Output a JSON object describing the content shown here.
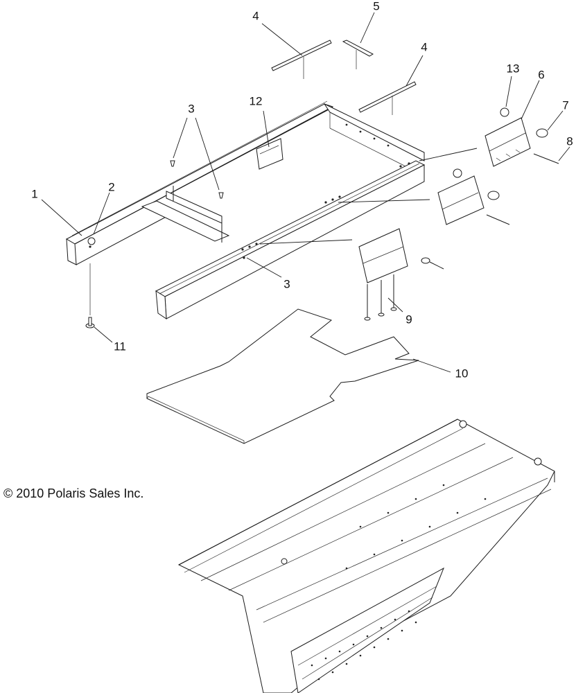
{
  "diagram": {
    "copyright": "© 2010 Polaris Sales Inc.",
    "callouts": [
      {
        "id": "c1",
        "label": "1"
      },
      {
        "id": "c2",
        "label": "2"
      },
      {
        "id": "c3a",
        "label": "3"
      },
      {
        "id": "c3b",
        "label": "3"
      },
      {
        "id": "c4a",
        "label": "4"
      },
      {
        "id": "c4b",
        "label": "4"
      },
      {
        "id": "c5",
        "label": "5"
      },
      {
        "id": "c6",
        "label": "6"
      },
      {
        "id": "c7",
        "label": "7"
      },
      {
        "id": "c8",
        "label": "8"
      },
      {
        "id": "c9",
        "label": "9"
      },
      {
        "id": "c10",
        "label": "10"
      },
      {
        "id": "c11",
        "label": "11"
      },
      {
        "id": "c12",
        "label": "12"
      },
      {
        "id": "c13",
        "label": "13"
      }
    ]
  }
}
